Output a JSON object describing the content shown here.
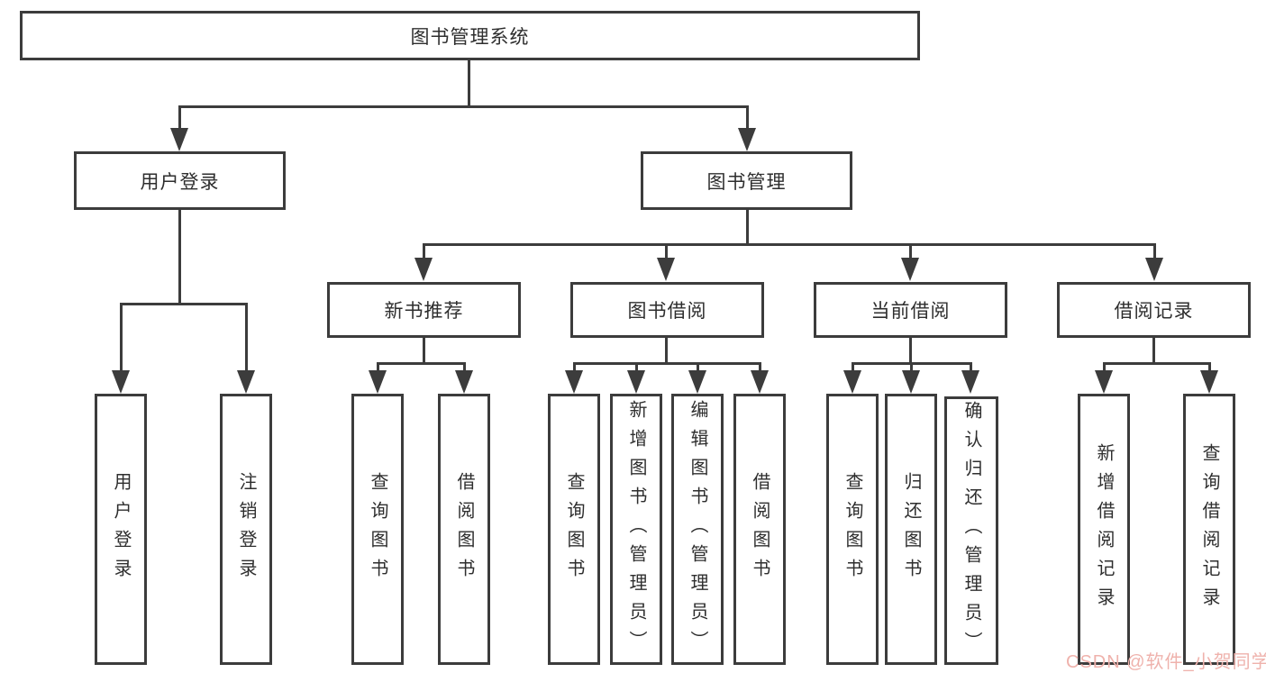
{
  "diagram": {
    "title_node": {
      "label": "图书管理系统"
    },
    "level1": [
      {
        "id": "user-login",
        "label": "用户登录"
      },
      {
        "id": "book-management",
        "label": "图书管理"
      }
    ],
    "level2": [
      {
        "id": "new-book-recommend",
        "label": "新书推荐"
      },
      {
        "id": "book-borrow",
        "label": "图书借阅"
      },
      {
        "id": "current-borrow",
        "label": "当前借阅"
      },
      {
        "id": "borrow-records",
        "label": "借阅记录"
      }
    ],
    "leaves": {
      "user_login": [
        "用户登录",
        "注销登录"
      ],
      "new_books": [
        "查询图书",
        "借阅图书"
      ],
      "book_borrow": [
        "查询图书",
        "新增图书（管理员）",
        "编辑图书（管理员）",
        "借阅图书"
      ],
      "current_borrow": [
        "查询图书",
        "归还图书",
        "确认归还（管理员）"
      ],
      "borrow_records": [
        "新增借阅记录",
        "查询借阅记录"
      ]
    }
  },
  "watermark": {
    "text": "CSDN @软件_小贺同学",
    "color": "#efb2ac"
  },
  "colors": {
    "line": "#3c3c3c",
    "text": "#2e2e2e",
    "background": "#ffffff"
  }
}
